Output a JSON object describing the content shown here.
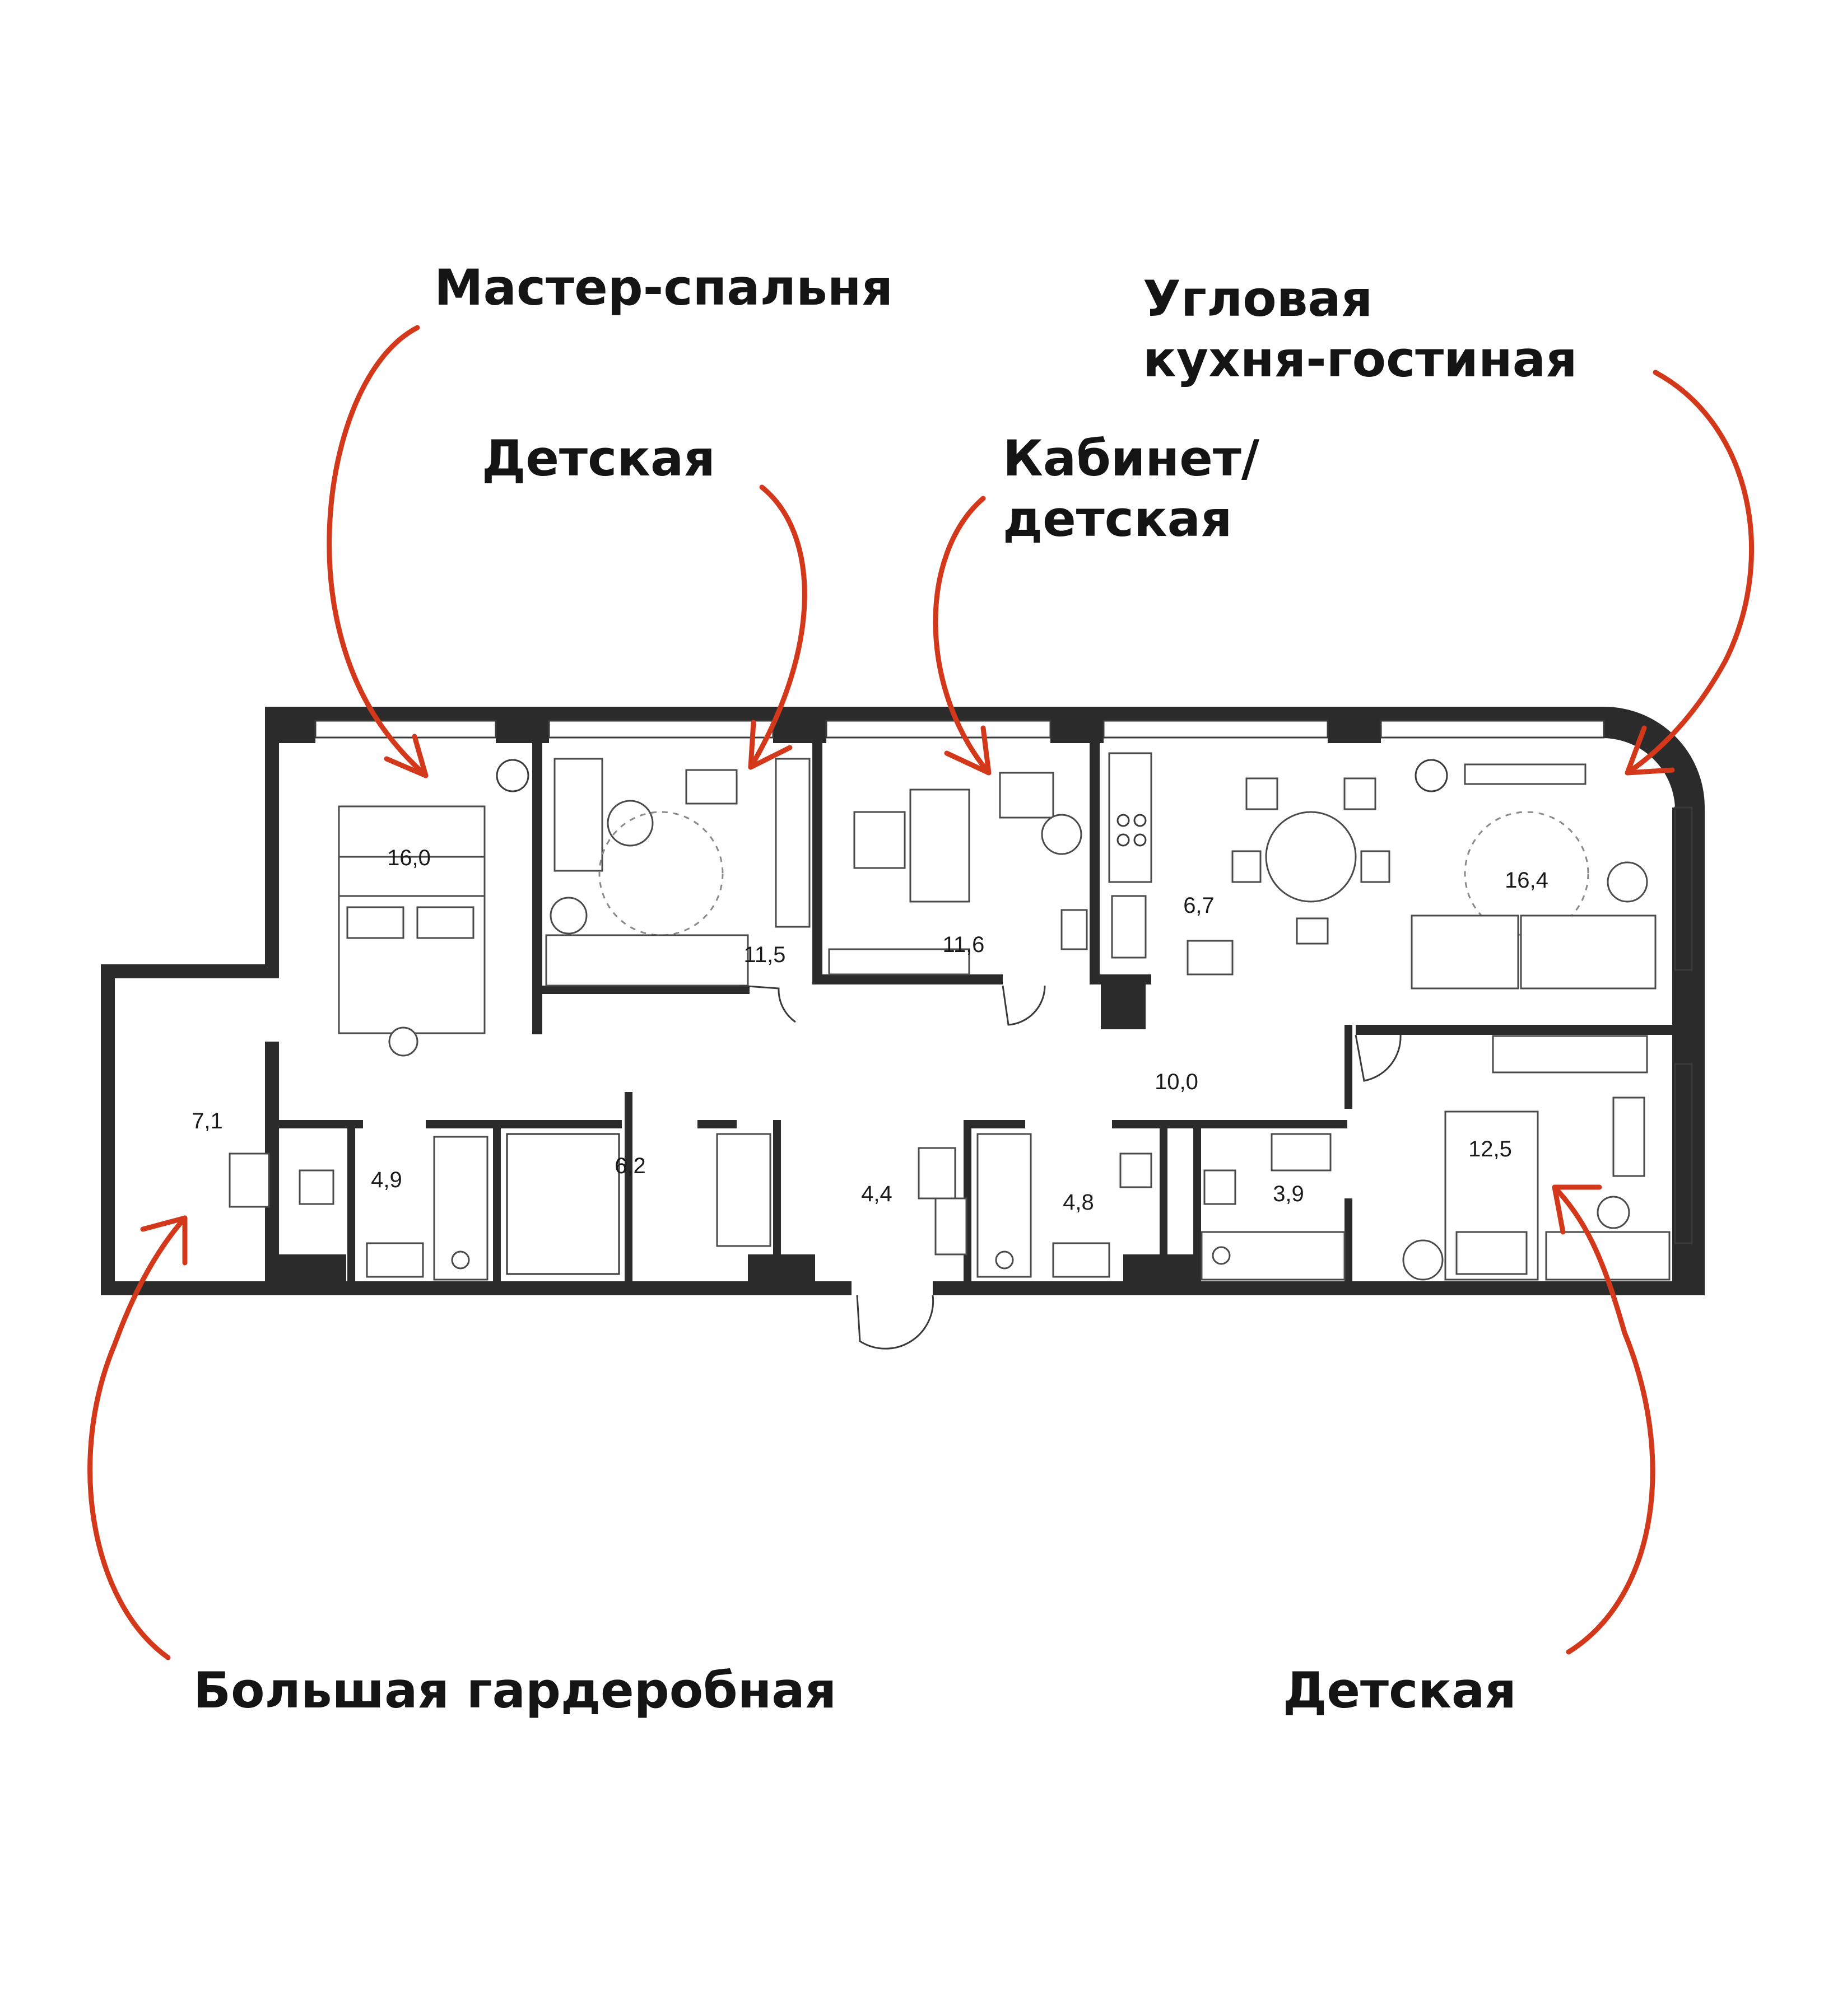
{
  "callouts": {
    "master_bedroom": "Мастер-спальня",
    "kids_room_top": "Детская",
    "study": "Кабинет/\nдетская",
    "kitchen_living": "Угловая\nкухня-гостиная",
    "walk_in_closet": "Большая гардеробная",
    "kids_room_bottom": "Детская"
  },
  "rooms": {
    "master_bedroom": "16,0",
    "kids_room_1": "11,5",
    "study": "11,6",
    "kitchen": "6,7",
    "living_room": "16,4",
    "hall": "10,0",
    "walk_in_closet": "7,1",
    "bathroom_1": "4,9",
    "dressing_room": "6,2",
    "entrance": "4,4",
    "bathroom_2": "4,8",
    "bathroom_3": "3,9",
    "kids_room_2": "12,5"
  },
  "colors": {
    "arrow": "#d4381b",
    "walls": "#2b2b2b",
    "text": "#141414"
  }
}
